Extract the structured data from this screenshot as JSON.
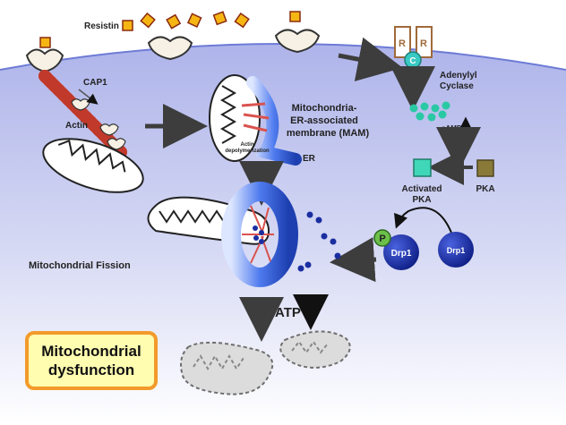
{
  "labels": {
    "resistin": "Resistin",
    "cap1": "CAP1",
    "actin": "Actin",
    "mam_line1": "Mitochondria-",
    "mam_line2": "ER-associated",
    "mam_line3": "membrane (MAM)",
    "actin_depoly_1": "Actin",
    "actin_depoly_2": "depolymerization",
    "er": "ER",
    "receptor_r": "R",
    "catalytic_c": "C",
    "adenylyl_1": "Adenylyl",
    "adenylyl_2": "Cyclase",
    "camp": "cAMP",
    "activated_pka_1": "Activated",
    "activated_pka_2": "PKA",
    "pka": "PKA",
    "phospho": "P",
    "drp1_active": "Drp1",
    "drp1": "Drp1",
    "fission": "Mitochondrial Fission",
    "atp": "ATP"
  },
  "outcome": {
    "line1": "Mitochondrial",
    "line2": "dysfunction"
  },
  "colors": {
    "resistin": "#f5b614",
    "actin": "#e04a3c",
    "er": "#2a52c8",
    "camp": "#29c9a4",
    "pka_active": "#3fd7b7",
    "pka_inactive": "#8a7a3a",
    "drp1": "#1a2ea0",
    "phospho": "#6cc04a",
    "outcome_border": "#f39a2b",
    "outcome_fill": "#fffdb0"
  }
}
